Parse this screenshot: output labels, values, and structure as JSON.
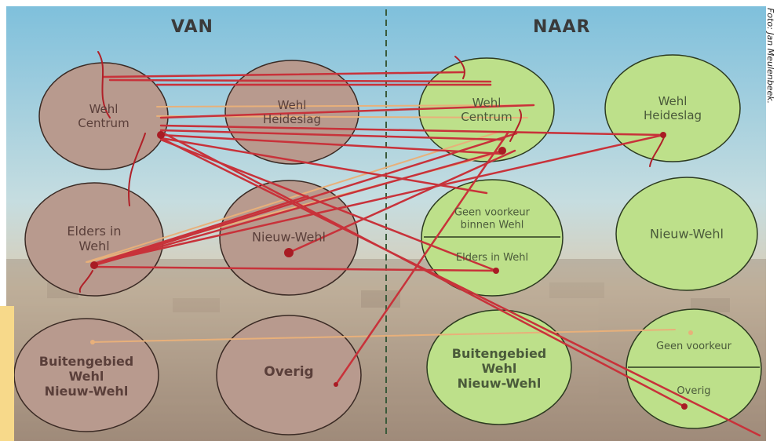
{
  "van_title": "VAN",
  "naar_title": "NAAR",
  "photo_credit": "Foto: Jan Meulenbeek.",
  "van": [
    {
      "label": "Wehl\nCentrum"
    },
    {
      "label": "Wehl\nHeideslag"
    },
    {
      "label": "Elders in\nWehl"
    },
    {
      "label": "Nieuw-Wehl"
    },
    {
      "label": "Buitengebied\nWehl\nNieuw-Wehl"
    },
    {
      "label": "Overig"
    }
  ],
  "naar": [
    {
      "label": "Wehl\nCentrum"
    },
    {
      "label": "Wehl\nHeideslag"
    },
    {
      "label": "Geen voorkeur\nbinnen Wehl"
    },
    {
      "label": "Elders in Wehl"
    },
    {
      "label": "Nieuw-Wehl"
    },
    {
      "label": "Buitengebied\nWehl\nNieuw-Wehl"
    },
    {
      "label": "Geen voorkeur"
    },
    {
      "label": "Overig"
    }
  ],
  "colors": {
    "van_circle": "#b89a8e",
    "naar_circle": "#bde08a",
    "string": "#c8323a",
    "string_light": "#e8b07a"
  }
}
